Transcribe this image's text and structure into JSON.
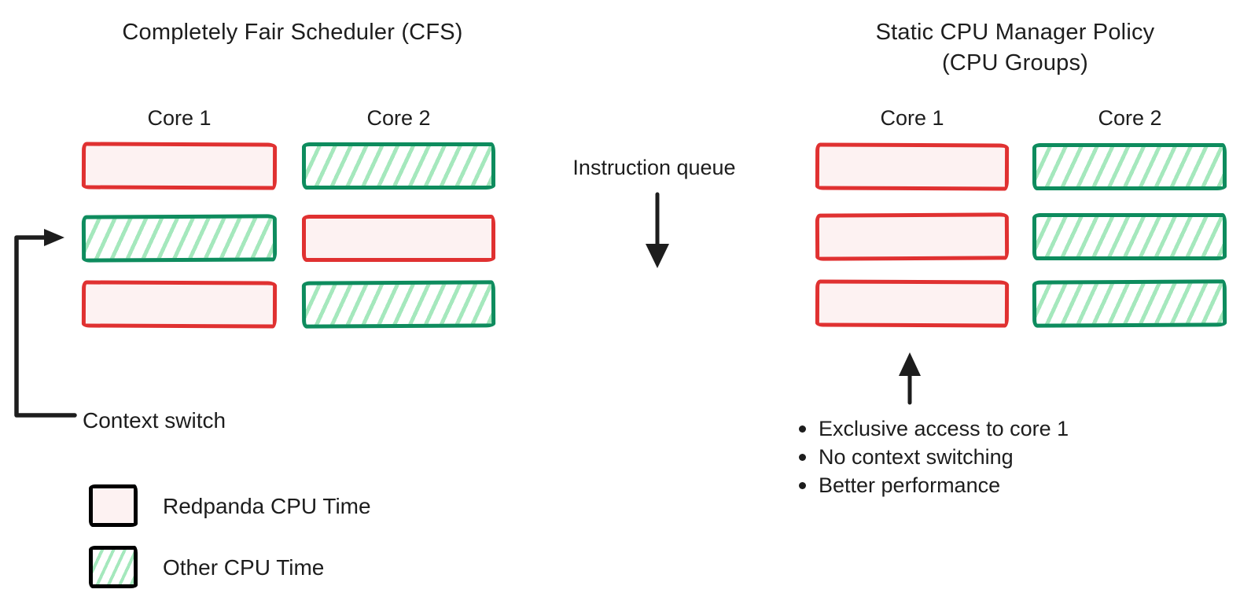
{
  "left_panel": {
    "title": "Completely Fair Scheduler (CFS)",
    "core_labels": [
      "Core 1",
      "Core 2"
    ],
    "rows": [
      [
        "redpanda",
        "other"
      ],
      [
        "other",
        "redpanda"
      ],
      [
        "redpanda",
        "other"
      ]
    ],
    "context_switch_label": "Context switch"
  },
  "middle": {
    "instruction_queue_label": "Instruction queue"
  },
  "right_panel": {
    "title_line1": "Static CPU Manager Policy",
    "title_line2": "(CPU Groups)",
    "core_labels": [
      "Core 1",
      "Core 2"
    ],
    "rows": [
      [
        "redpanda",
        "other"
      ],
      [
        "redpanda",
        "other"
      ],
      [
        "redpanda",
        "other"
      ]
    ],
    "bullets": [
      "Exclusive access to core 1",
      "No context switching",
      "Better performance"
    ]
  },
  "legend": {
    "items": [
      {
        "type": "redpanda",
        "label": "Redpanda CPU Time"
      },
      {
        "type": "other",
        "label": "Other CPU Time"
      }
    ]
  },
  "colors": {
    "redpanda_border": "#e03131",
    "redpanda_fill": "#fdf2f2",
    "other_border": "#0e8c5e",
    "other_hatch": "#a5e8bd",
    "ink": "#1d1d1d"
  }
}
